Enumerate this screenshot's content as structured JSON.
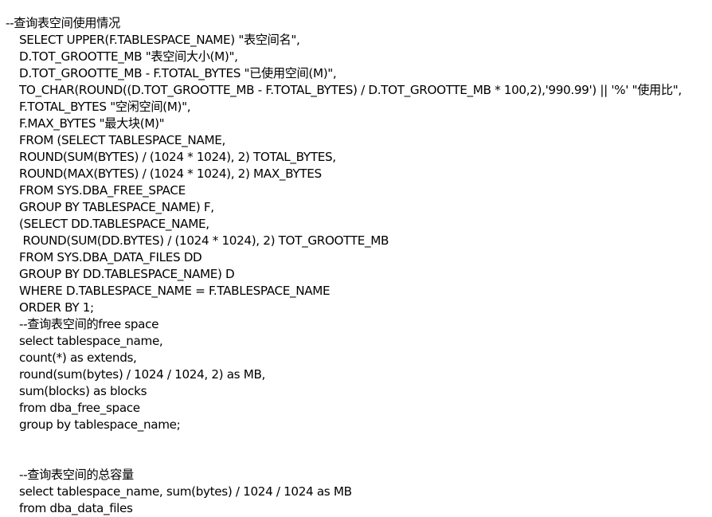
{
  "document": {
    "sections": [
      {
        "comment": "--查询表空间使用情况",
        "lines": [
          "SELECT UPPER(F.TABLESPACE_NAME) \"表空间名\",",
          "D.TOT_GROOTTE_MB \"表空间大小(M)\",",
          "D.TOT_GROOTTE_MB - F.TOTAL_BYTES \"已使用空间(M)\",",
          "TO_CHAR(ROUND((D.TOT_GROOTTE_MB - F.TOTAL_BYTES) / D.TOT_GROOTTE_MB * 100,2),'990.99') || '%' \"使用比\",",
          "F.TOTAL_BYTES \"空闲空间(M)\",",
          "F.MAX_BYTES \"最大块(M)\"",
          "FROM (SELECT TABLESPACE_NAME,",
          "ROUND(SUM(BYTES) / (1024 * 1024), 2) TOTAL_BYTES,",
          "ROUND(MAX(BYTES) / (1024 * 1024), 2) MAX_BYTES",
          "FROM SYS.DBA_FREE_SPACE",
          "GROUP BY TABLESPACE_NAME) F,",
          "(SELECT DD.TABLESPACE_NAME,",
          " ROUND(SUM(DD.BYTES) / (1024 * 1024), 2) TOT_GROOTTE_MB",
          "FROM SYS.DBA_DATA_FILES DD",
          "GROUP BY DD.TABLESPACE_NAME) D",
          "WHERE D.TABLESPACE_NAME = F.TABLESPACE_NAME",
          "ORDER BY 1;"
        ]
      },
      {
        "comment": "--查询表空间的free space",
        "lines": [
          "select tablespace_name,",
          "count(*) as extends,",
          "round(sum(bytes) / 1024 / 1024, 2) as MB,",
          "sum(blocks) as blocks",
          "from dba_free_space",
          "group by tablespace_name;"
        ]
      },
      {
        "comment": "--查询表空间的总容量",
        "lines": [
          "select tablespace_name, sum(bytes) / 1024 / 1024 as MB",
          "from dba_data_files"
        ]
      }
    ]
  }
}
